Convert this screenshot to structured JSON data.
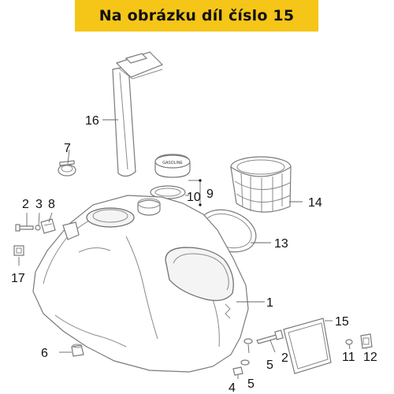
{
  "banner": {
    "text": "Na obrázku díl číslo 15"
  },
  "callouts": {
    "c1": "1",
    "c2a": "2",
    "c2b": "2",
    "c3": "3",
    "c4": "4",
    "c5a": "5",
    "c5b": "5",
    "c6": "6",
    "c7": "7",
    "c8": "8",
    "c9": "9",
    "c10": "10",
    "c11": "11",
    "c12": "12",
    "c13": "13",
    "c14": "14",
    "c15": "15",
    "c16": "16",
    "c17": "17"
  },
  "cap_emblem": "GASOLINE",
  "colors": {
    "banner_bg": "#f5c518",
    "line_art": "#7a7a7a",
    "text": "#111111"
  }
}
